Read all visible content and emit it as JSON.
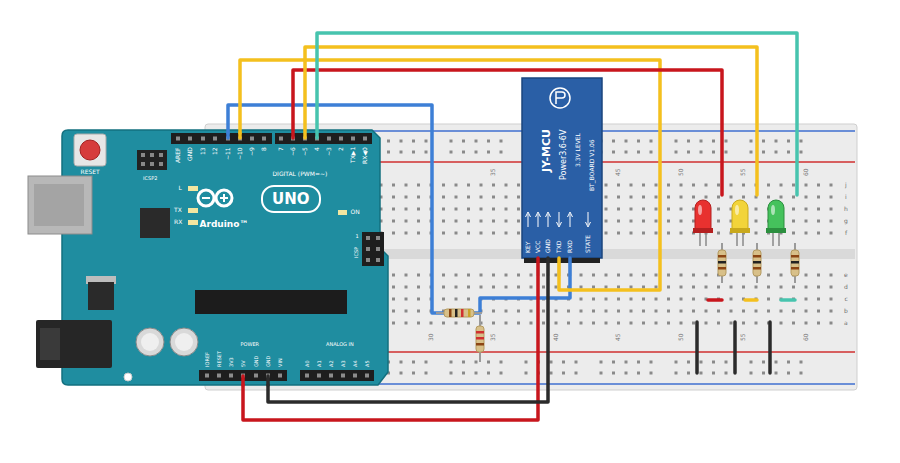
{
  "diagram": {
    "nodes": [
      {
        "text": [
          "RESET",
          "ICSP2",
          "AREF",
          "GND",
          "13",
          "12",
          "~11",
          "~10",
          "~9",
          "8",
          "7",
          "~6",
          "~5",
          "4",
          "~3",
          "2",
          "TX▶1",
          "RX◀0",
          "DIGITAL (PWM=~)",
          "L",
          "TX",
          "RX",
          "Arduino™",
          "UNO",
          "ON",
          "ICSP",
          "1",
          "IOREF",
          "RESET",
          "3V3",
          "5V",
          "GND",
          "GND",
          "VIN",
          "A0",
          "A1",
          "A2",
          "A3",
          "A4",
          "A5",
          "POWER",
          "ANALOG IN"
        ]
      },
      {
        "text": [
          "JY-MCU",
          "Power3.6-6V",
          "KEY",
          "VCC",
          "GND",
          "TXD",
          "RXD",
          "STATE",
          "3.3V LEVEL",
          "BT_BOARD V1.06"
        ]
      }
    ],
    "edges": [
      {
        "from": 0,
        "to": 1,
        "arrow": "none"
      },
      {
        "from": 0,
        "to": 1,
        "arrow": "none"
      },
      {
        "from": 0,
        "to": 1,
        "arrow": "none"
      },
      {
        "from": 0,
        "to": 1,
        "arrow": "none"
      }
    ],
    "labels": [
      "35",
      "45",
      "50",
      "55",
      "60",
      "30",
      "35",
      "40",
      "45",
      "50",
      "55",
      "60",
      "j",
      "i",
      "h",
      "g",
      "f",
      "e",
      "d",
      "c",
      "b",
      "a"
    ]
  }
}
